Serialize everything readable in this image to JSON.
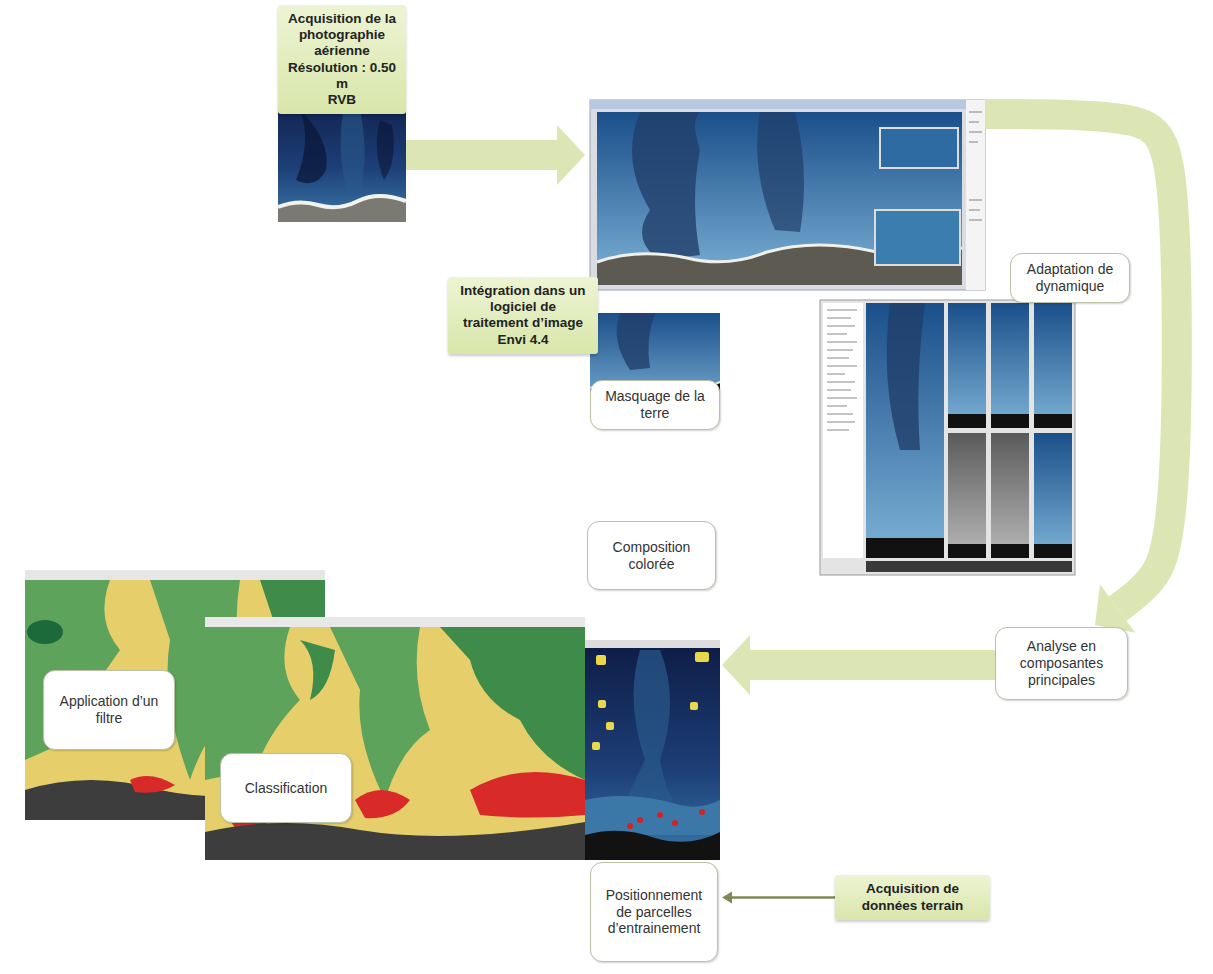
{
  "diagram": {
    "nodes": [
      {
        "text": [
          "Acquisition de la photographie aérienne",
          "Résolution : 0.50 m",
          "RVB"
        ]
      },
      {
        "text": [
          "Masquage de la terre"
        ]
      },
      {
        "text": [
          "Adaptation de dynamique"
        ]
      },
      {
        "text": [
          "Intégration dans un logiciel de traitement d’image Envi 4.4"
        ]
      },
      {
        "text": [
          "Composition colorée"
        ]
      },
      {
        "text": [
          "Analyse en composantes principales"
        ]
      },
      {
        "text": [
          "Application d’un filtre"
        ]
      },
      {
        "text": [
          "Classification"
        ]
      },
      {
        "text": [
          "Positionnement de parcelles d’entrainement"
        ]
      },
      {
        "text": [
          "Acquisition de données terrain"
        ]
      }
    ],
    "edges": [
      {
        "from": 0,
        "to": 1,
        "arrow": "to"
      },
      {
        "from": 1,
        "to": 5,
        "arrow": "to"
      },
      {
        "from": 5,
        "to": 8,
        "arrow": "to"
      },
      {
        "from": 9,
        "to": 8,
        "arrow": "to"
      }
    ]
  }
}
